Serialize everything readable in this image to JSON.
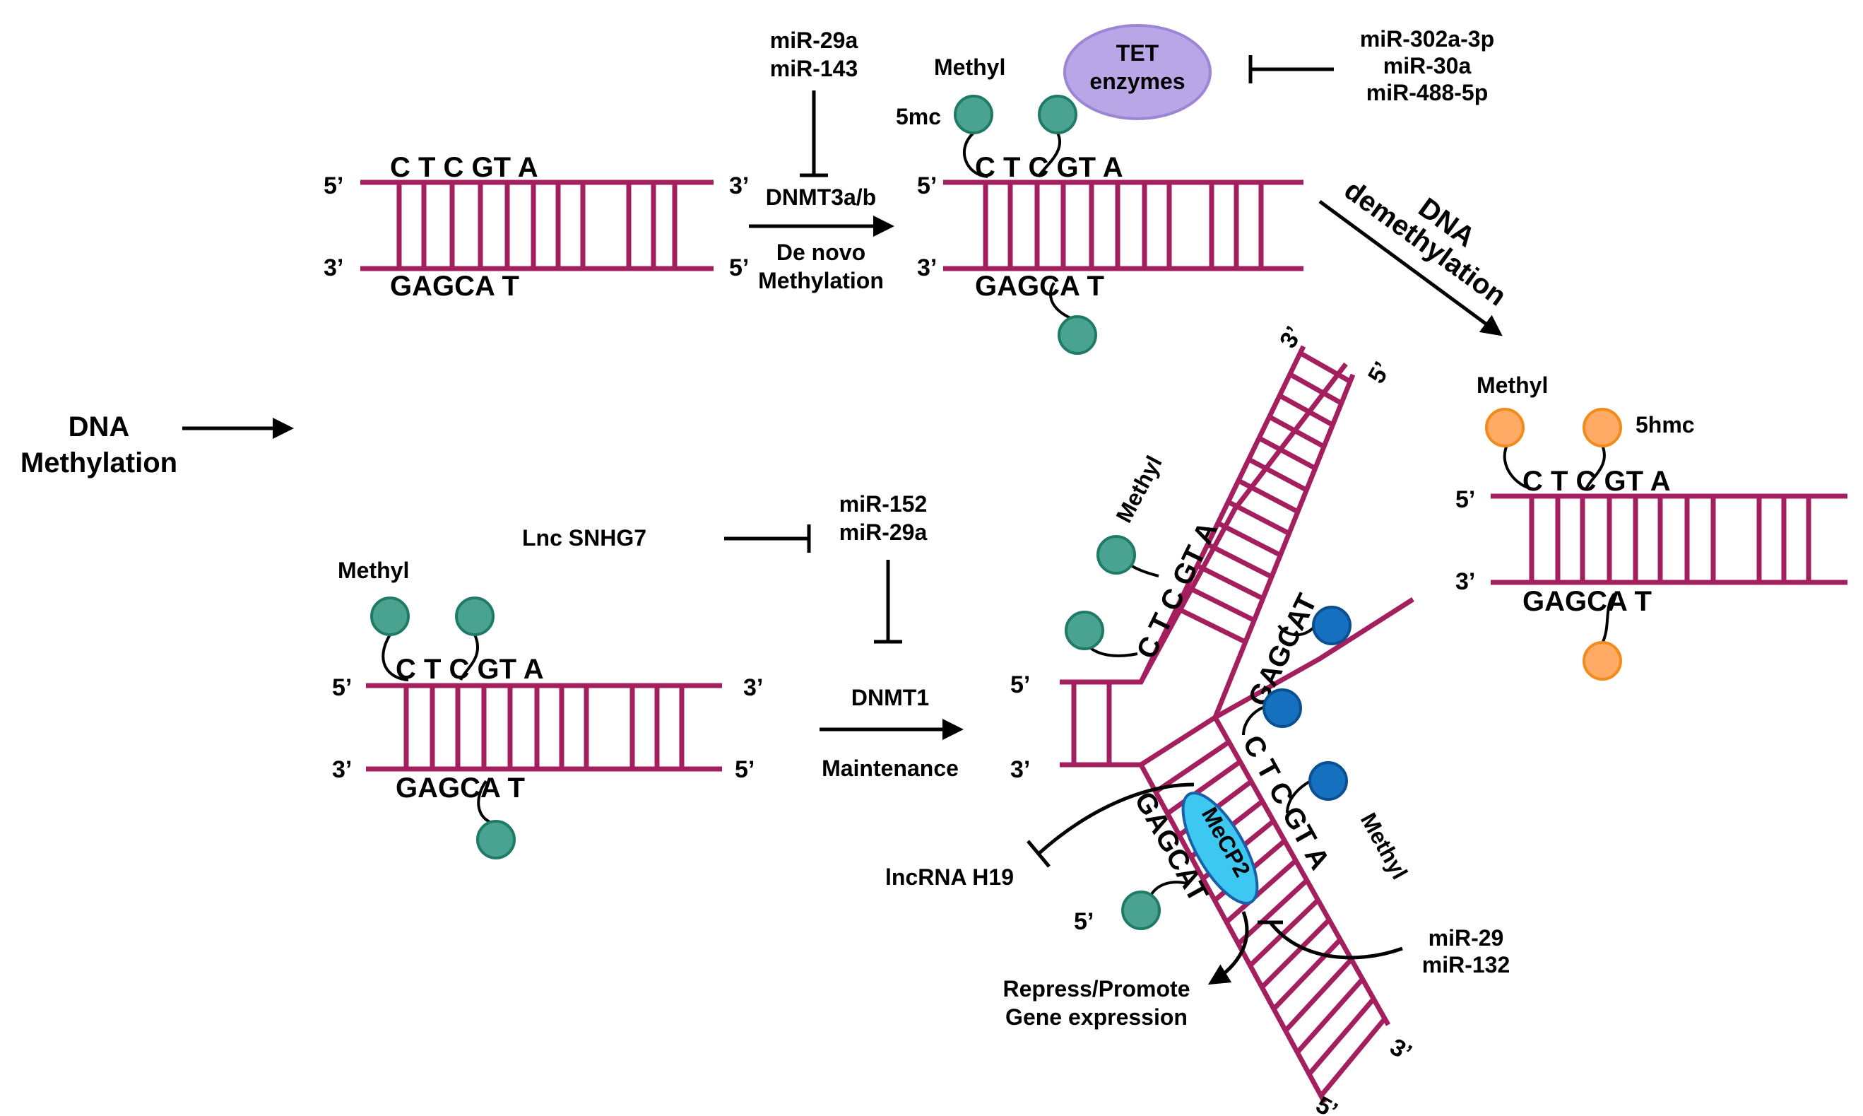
{
  "labels": {
    "five_prime": "5’",
    "three_prime": "3’",
    "methyl": "Methyl",
    "mark_5mc": "5mc",
    "mark_5hmc": "5hmc"
  },
  "sequences": {
    "top_strand": "C T C GT A",
    "bottom_strand": "GAGCAT",
    "bottom_strand_spaced": "GAGCA T",
    "upper_branch_top": "C T C GT A",
    "upper_branch_bottom": "GAGCAT",
    "lower_branch_top": "C T C GT A",
    "lower_branch_bottom": "GAGCAT"
  },
  "dna_methylation": {
    "line1": "DNA",
    "line2": "Methylation"
  },
  "de_novo": {
    "mirna_line1": "miR-29a",
    "mirna_line2": "miR-143",
    "enzyme": "DNMT3a/b",
    "process_line1": "De novo",
    "process_line2": "Methylation"
  },
  "tet": {
    "enzyme_line1": "TET",
    "enzyme_line2": "enzymes",
    "mirna_line1": "miR-302a-3p",
    "mirna_line2": "miR-30a",
    "mirna_line3": "miR-488-5p"
  },
  "demethylation": {
    "line1": "DNA",
    "line2": "demethylation"
  },
  "maintenance": {
    "lnc": "Lnc SNHG7",
    "mirna_line1": "miR-152",
    "mirna_line2": "miR-29a",
    "enzyme": "DNMT1",
    "process": "Maintenance"
  },
  "replication": {
    "lncrna": "lncRNA H19",
    "protein": "MeCP2",
    "mirna_line1": "miR-29",
    "mirna_line2": "miR-132",
    "outcome_line1": "Repress/Promote",
    "outcome_line2": "Gene expression"
  },
  "colors": {
    "dna": "#a31f5e",
    "methyl_green": "#4aa391",
    "methyl_green_stroke": "#1f7a66",
    "methyl_orange": "#ffab66",
    "methyl_orange_stroke": "#f28a1c",
    "methyl_blue": "#1670c0",
    "methyl_blue_stroke": "#0a4f8f",
    "tet_fill": "#b8a6e6",
    "tet_stroke": "#9b86d4",
    "mecp2_fill": "#3cc8f0",
    "mecp2_stroke": "#1a5fa8"
  }
}
